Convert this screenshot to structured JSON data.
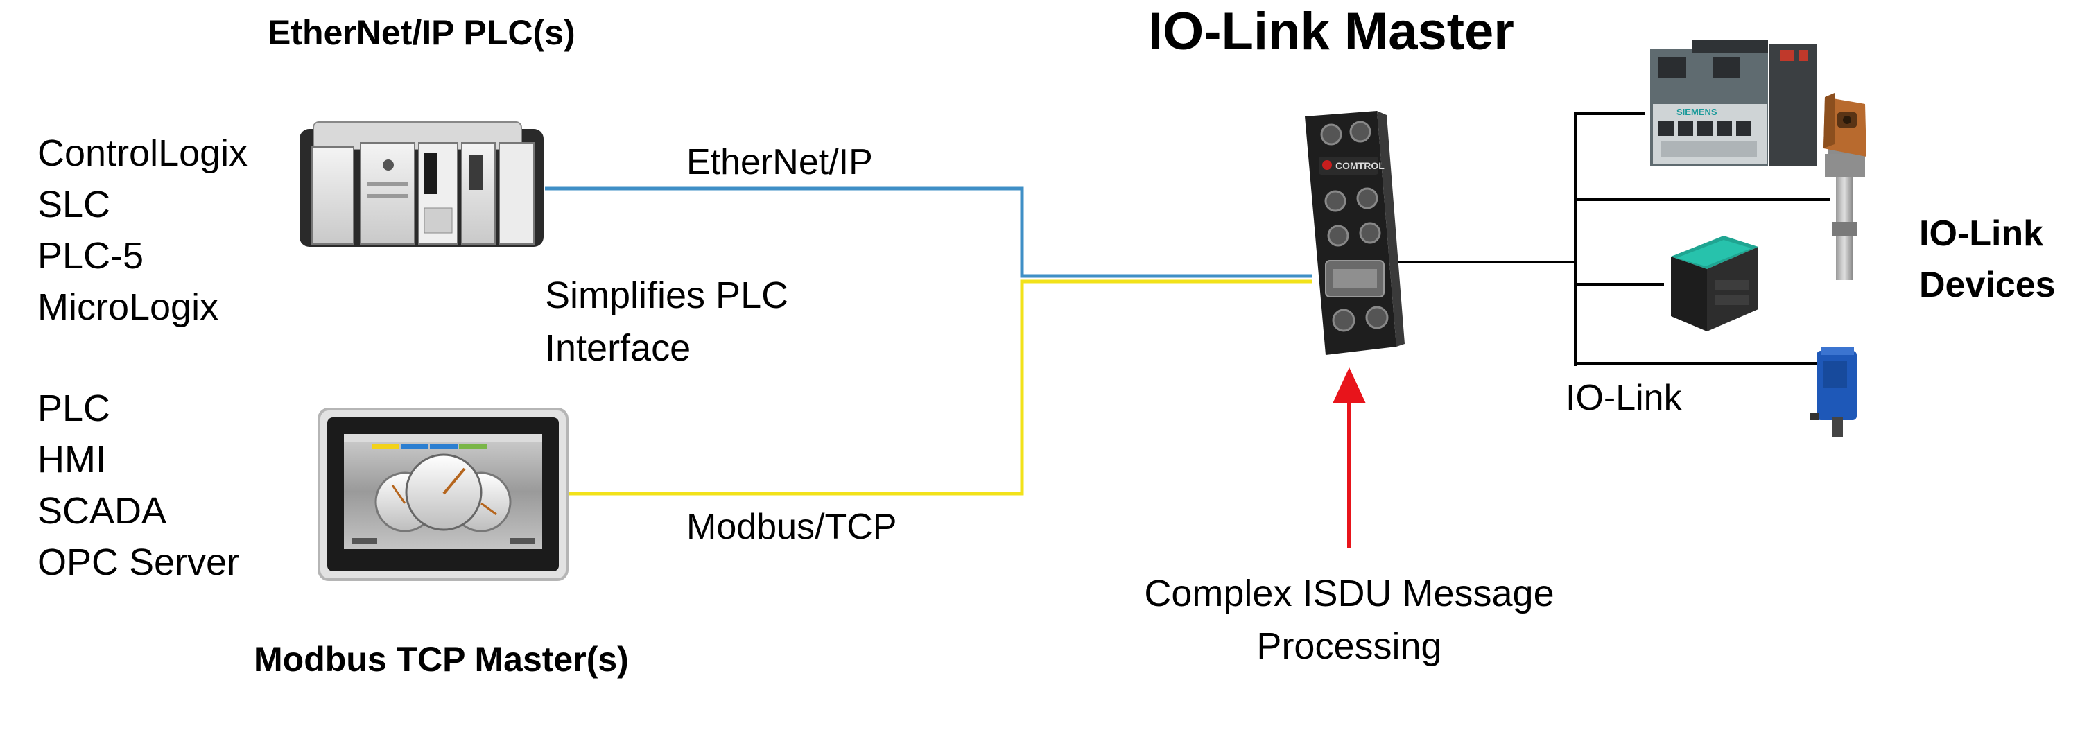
{
  "titles": {
    "ethernet_plcs": "EtherNet/IP PLC(s)",
    "io_link_master": "IO-Link Master",
    "modbus_masters": "Modbus TCP Master(s)",
    "io_link_devices": [
      "IO-Link",
      "Devices"
    ]
  },
  "lists": {
    "ethernet_plc_types": [
      "ControlLogix",
      "SLC",
      "PLC-5",
      "MicroLogix"
    ],
    "modbus_clients": [
      "PLC",
      "HMI",
      "SCADA",
      "OPC Server"
    ]
  },
  "labels": {
    "ethernet_ip": "EtherNet/IP",
    "modbus_tcp": "Modbus/TCP",
    "io_link": "IO-Link",
    "simplifies": [
      "Simplifies PLC",
      "Interface"
    ],
    "isdu": [
      "Complex ISDU Message",
      "Processing"
    ]
  },
  "device_text": {
    "siemens": "SIEMENS",
    "master_brand": "COMTROL"
  },
  "colors": {
    "ethernet_line": "#3f8fc6",
    "modbus_line": "#f2e21a",
    "io_link_line": "#000000",
    "arrow": "#e8141b"
  },
  "icons": [
    "plc-rack-icon",
    "hmi-panel-icon",
    "io-link-master-icon",
    "motor-starter-icon",
    "temperature-sensor-icon",
    "proximity-sensor-icon",
    "photoelectric-sensor-icon"
  ]
}
